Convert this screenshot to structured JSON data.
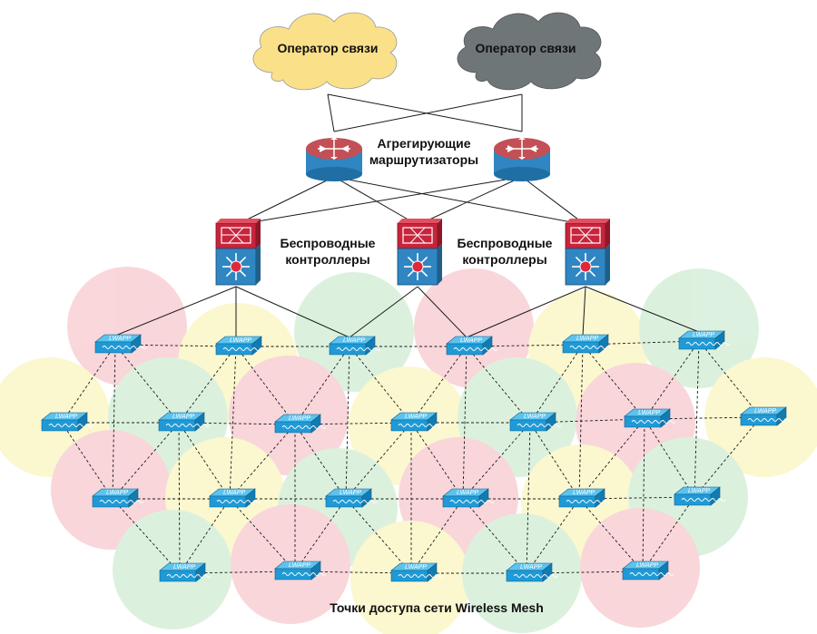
{
  "labels": {
    "carrier_left": "Оператор связи",
    "carrier_right": "Оператор связи",
    "aggregation_line1": "Агрегирующие",
    "aggregation_line2": "маршрутизаторы",
    "controllers_left_line1": "Беспроводные",
    "controllers_left_line2": "контроллеры",
    "controllers_right_line1": "Беспроводные",
    "controllers_right_line2": "контроллеры",
    "mesh_caption": "Точки доступа сети Wireless Mesh"
  },
  "ap_label": "LWAPP",
  "colors": {
    "cloud_left": "#fbe08a",
    "cloud_right": "#6e7678",
    "router_top": "#c25056",
    "router_body": "#2f86c2",
    "controller_red": "#c8243c",
    "controller_blue": "#2f86c2",
    "ap_blue": "#1f9ad6",
    "halo_red": "#f5b6bd",
    "halo_green": "#bfe6c4",
    "halo_yellow": "#f8f2a8"
  },
  "nodes": {
    "clouds": [
      "carrier-left",
      "carrier-right"
    ],
    "routers": [
      "router-left",
      "router-right"
    ],
    "controllers": [
      "controller-left",
      "controller-center",
      "controller-right"
    ],
    "access_points_per_row": [
      6,
      7,
      6,
      5
    ]
  }
}
